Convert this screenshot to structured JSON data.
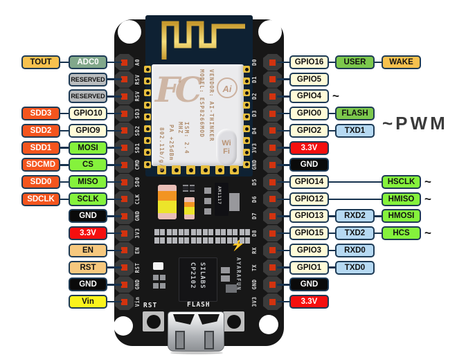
{
  "legend": {
    "pwm_label": "~PWM",
    "tilde": "~"
  },
  "icons": {
    "lightning": "⚡"
  },
  "palette": {
    "border": "#1d3a55",
    "connector": "#16324e",
    "cream": {
      "bg": "#fffbd8",
      "fg": "#111111"
    },
    "lime": {
      "bg": "#85f23c",
      "fg": "#111111"
    },
    "green": {
      "bg": "#7cc84c",
      "fg": "#111111"
    },
    "blue": {
      "bg": "#b6d9f2",
      "fg": "#111111"
    },
    "red": {
      "bg": "#f50f0f",
      "fg": "#ffffff"
    },
    "black": {
      "bg": "#0a0a0a",
      "fg": "#ffffff"
    },
    "amber": {
      "bg": "#f6c14e",
      "fg": "#111111"
    },
    "tan": {
      "bg": "#f6c87e",
      "fg": "#111111"
    },
    "orange": {
      "bg": "#f4551e",
      "fg": "#ffffff"
    },
    "gray": {
      "bg": "#b9bcbe",
      "fg": "#111111"
    },
    "sage": {
      "bg": "#81a88b",
      "fg": "#ffffff"
    },
    "yellow": {
      "bg": "#faf31c",
      "fg": "#111111"
    }
  },
  "board": {
    "silk_left": [
      "A0",
      "RSV",
      "RSV",
      "SD3",
      "SD2",
      "SD1",
      "CMD",
      "SD0",
      "CLK",
      "GND",
      "3V3",
      "EN",
      "RST",
      "GND",
      "Vin"
    ],
    "silk_right": [
      "D0",
      "D1",
      "D2",
      "D3",
      "D4",
      "3V3",
      "GND",
      "D5",
      "D6",
      "D7",
      "D8",
      "RX",
      "TX",
      "GND",
      "3V3"
    ],
    "buttons": {
      "rst": "RST",
      "flash": "FLASH"
    },
    "module": {
      "fcc_logo": "FC",
      "ai_logo": "Ai",
      "model_text": "MODEL:  ESP8266MOD",
      "vendor_text": "VENDOR:  AI-THINKER",
      "ism_text": "ISM:  2.4 MHZ",
      "pa_text": "PA  +25dBm",
      "std_text": "802.11b/g/n",
      "wifi_badge_line1": "Wi",
      "wifi_badge_line2": "Fi"
    },
    "usb_chip_text": "SILABS\nCP2102",
    "regulator_text": "AM1117",
    "brand_text": "AYARAFUN"
  },
  "pin_rows": {
    "left": [
      {
        "pin": "A0",
        "labels": [
          {
            "text": "TOUT",
            "color": "amber"
          },
          {
            "text": "ADC0",
            "color": "sage"
          }
        ]
      },
      {
        "pin": "RSV",
        "labels": [
          {
            "text": "RESERVED",
            "color": "gray"
          }
        ]
      },
      {
        "pin": "RSV2",
        "labels": [
          {
            "text": "RESERVED",
            "color": "gray"
          }
        ]
      },
      {
        "pin": "SD3",
        "labels": [
          {
            "text": "SDD3",
            "color": "orange"
          },
          {
            "text": "GPIO10",
            "color": "cream"
          }
        ]
      },
      {
        "pin": "SD2",
        "labels": [
          {
            "text": "SDD2",
            "color": "orange"
          },
          {
            "text": "GPIO9",
            "color": "cream"
          }
        ]
      },
      {
        "pin": "SD1",
        "labels": [
          {
            "text": "SDD1",
            "color": "orange"
          },
          {
            "text": "MOSI",
            "color": "lime"
          }
        ]
      },
      {
        "pin": "CMD",
        "labels": [
          {
            "text": "SDCMD",
            "color": "orange"
          },
          {
            "text": "CS",
            "color": "lime"
          }
        ]
      },
      {
        "pin": "SD0",
        "labels": [
          {
            "text": "SDD0",
            "color": "orange"
          },
          {
            "text": "MISO",
            "color": "lime"
          }
        ]
      },
      {
        "pin": "CLK",
        "labels": [
          {
            "text": "SDCLK",
            "color": "orange"
          },
          {
            "text": "SCLK",
            "color": "lime"
          }
        ]
      },
      {
        "pin": "GND",
        "labels": [
          {
            "text": "GND",
            "color": "black"
          }
        ]
      },
      {
        "pin": "3V3",
        "labels": [
          {
            "text": "3.3V",
            "color": "red"
          }
        ]
      },
      {
        "pin": "EN",
        "labels": [
          {
            "text": "EN",
            "color": "tan"
          }
        ]
      },
      {
        "pin": "RST",
        "labels": [
          {
            "text": "RST",
            "color": "tan"
          }
        ]
      },
      {
        "pin": "GND2",
        "labels": [
          {
            "text": "GND",
            "color": "black"
          }
        ]
      },
      {
        "pin": "Vin",
        "labels": [
          {
            "text": "Vin",
            "color": "yellow"
          }
        ]
      }
    ],
    "right": [
      {
        "pin": "D0",
        "labels": [
          {
            "text": "GPIO16",
            "color": "cream"
          },
          {
            "text": "USER",
            "color": "green"
          },
          {
            "text": "WAKE",
            "color": "amber"
          }
        ],
        "pwm": false
      },
      {
        "pin": "D1",
        "labels": [
          {
            "text": "GPIO5",
            "color": "cream"
          }
        ],
        "pwm": false
      },
      {
        "pin": "D2",
        "labels": [
          {
            "text": "GPIO4",
            "color": "cream"
          }
        ],
        "pwm": true
      },
      {
        "pin": "D3",
        "labels": [
          {
            "text": "GPIO0",
            "color": "cream"
          },
          {
            "text": "FLASH",
            "color": "green"
          }
        ],
        "pwm": false
      },
      {
        "pin": "D4",
        "labels": [
          {
            "text": "GPIO2",
            "color": "cream"
          },
          {
            "text": "TXD1",
            "color": "blue"
          }
        ],
        "pwm": false
      },
      {
        "pin": "3V3",
        "labels": [
          {
            "text": "3.3V",
            "color": "red"
          }
        ],
        "pwm": false
      },
      {
        "pin": "GND",
        "labels": [
          {
            "text": "GND",
            "color": "black"
          }
        ],
        "pwm": false
      },
      {
        "pin": "D5",
        "labels": [
          {
            "text": "GPIO14",
            "color": "cream"
          },
          {
            "text": "HSCLK",
            "color": "lime",
            "align_col": 3
          }
        ],
        "pwm": true
      },
      {
        "pin": "D6",
        "labels": [
          {
            "text": "GPIO12",
            "color": "cream"
          },
          {
            "text": "HMISO",
            "color": "lime",
            "align_col": 3
          }
        ],
        "pwm": true
      },
      {
        "pin": "D7",
        "labels": [
          {
            "text": "GPIO13",
            "color": "cream"
          },
          {
            "text": "RXD2",
            "color": "blue"
          },
          {
            "text": "HMOSI",
            "color": "lime"
          }
        ],
        "pwm": false
      },
      {
        "pin": "D8",
        "labels": [
          {
            "text": "GPIO15",
            "color": "cream"
          },
          {
            "text": "TXD2",
            "color": "blue"
          },
          {
            "text": "HCS",
            "color": "lime"
          }
        ],
        "pwm": true
      },
      {
        "pin": "RX",
        "labels": [
          {
            "text": "GPIO3",
            "color": "cream"
          },
          {
            "text": "RXD0",
            "color": "blue"
          }
        ],
        "pwm": false
      },
      {
        "pin": "TX",
        "labels": [
          {
            "text": "GPIO1",
            "color": "cream"
          },
          {
            "text": "TXD0",
            "color": "blue"
          }
        ],
        "pwm": false
      },
      {
        "pin": "GND2",
        "labels": [
          {
            "text": "GND",
            "color": "black"
          }
        ],
        "pwm": false
      },
      {
        "pin": "3V32",
        "labels": [
          {
            "text": "3.3V",
            "color": "red"
          }
        ],
        "pwm": false
      }
    ]
  }
}
